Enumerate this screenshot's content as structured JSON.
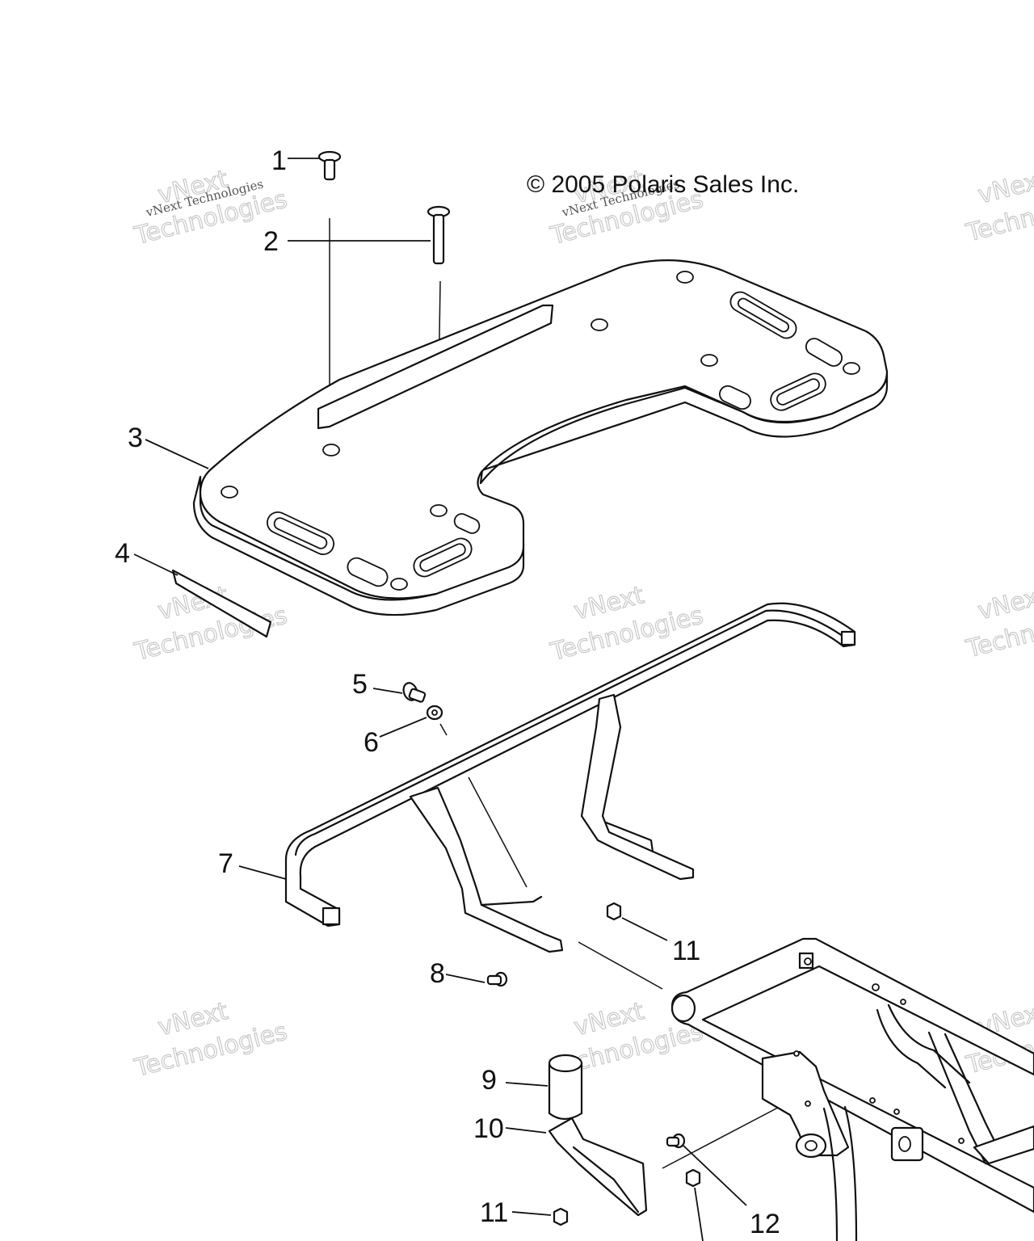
{
  "diagram": {
    "copyright": "© 2005 Polaris Sales Inc.",
    "watermark": {
      "line1": "vNext Technologies",
      "line2": "vNext Technologies"
    },
    "callouts": [
      {
        "id": "1",
        "label": "1"
      },
      {
        "id": "2",
        "label": "2"
      },
      {
        "id": "3",
        "label": "3"
      },
      {
        "id": "4",
        "label": "4"
      },
      {
        "id": "5",
        "label": "5"
      },
      {
        "id": "6",
        "label": "6"
      },
      {
        "id": "7",
        "label": "7"
      },
      {
        "id": "8",
        "label": "8"
      },
      {
        "id": "9",
        "label": "9"
      },
      {
        "id": "10",
        "label": "10"
      },
      {
        "id": "11a",
        "label": "11"
      },
      {
        "id": "11b",
        "label": "11"
      },
      {
        "id": "12",
        "label": "12"
      }
    ]
  }
}
